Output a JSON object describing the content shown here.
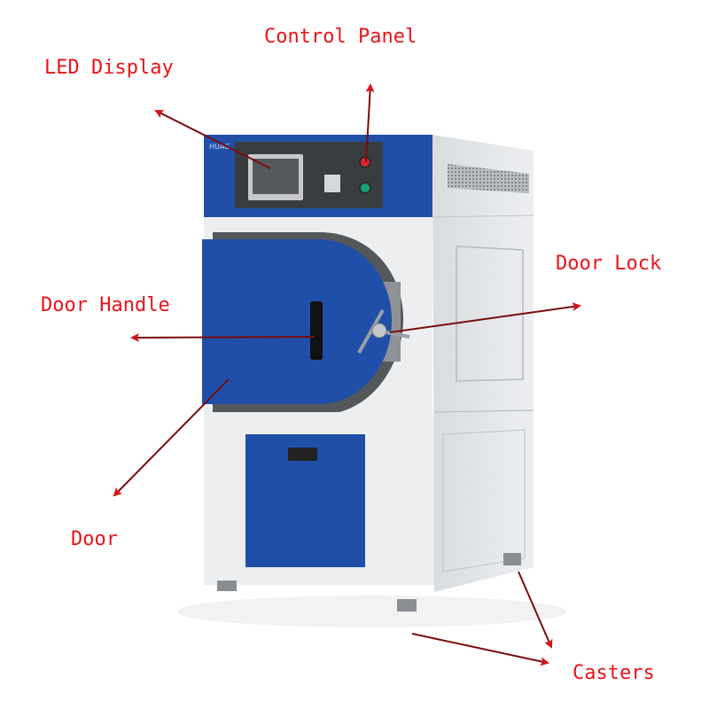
{
  "labels": {
    "control_panel": "Control Panel",
    "led_display": "LED Display",
    "door_lock": "Door Lock",
    "door_handle": "Door Handle",
    "door": "Door",
    "casters": "Casters"
  },
  "colors": {
    "label": "#e8141a",
    "arrow_line": "#7a0c0c",
    "arrow_head": "#d8121a",
    "chamber_blue": "#1f4fa8",
    "body_grey": "#e6e8ea"
  }
}
